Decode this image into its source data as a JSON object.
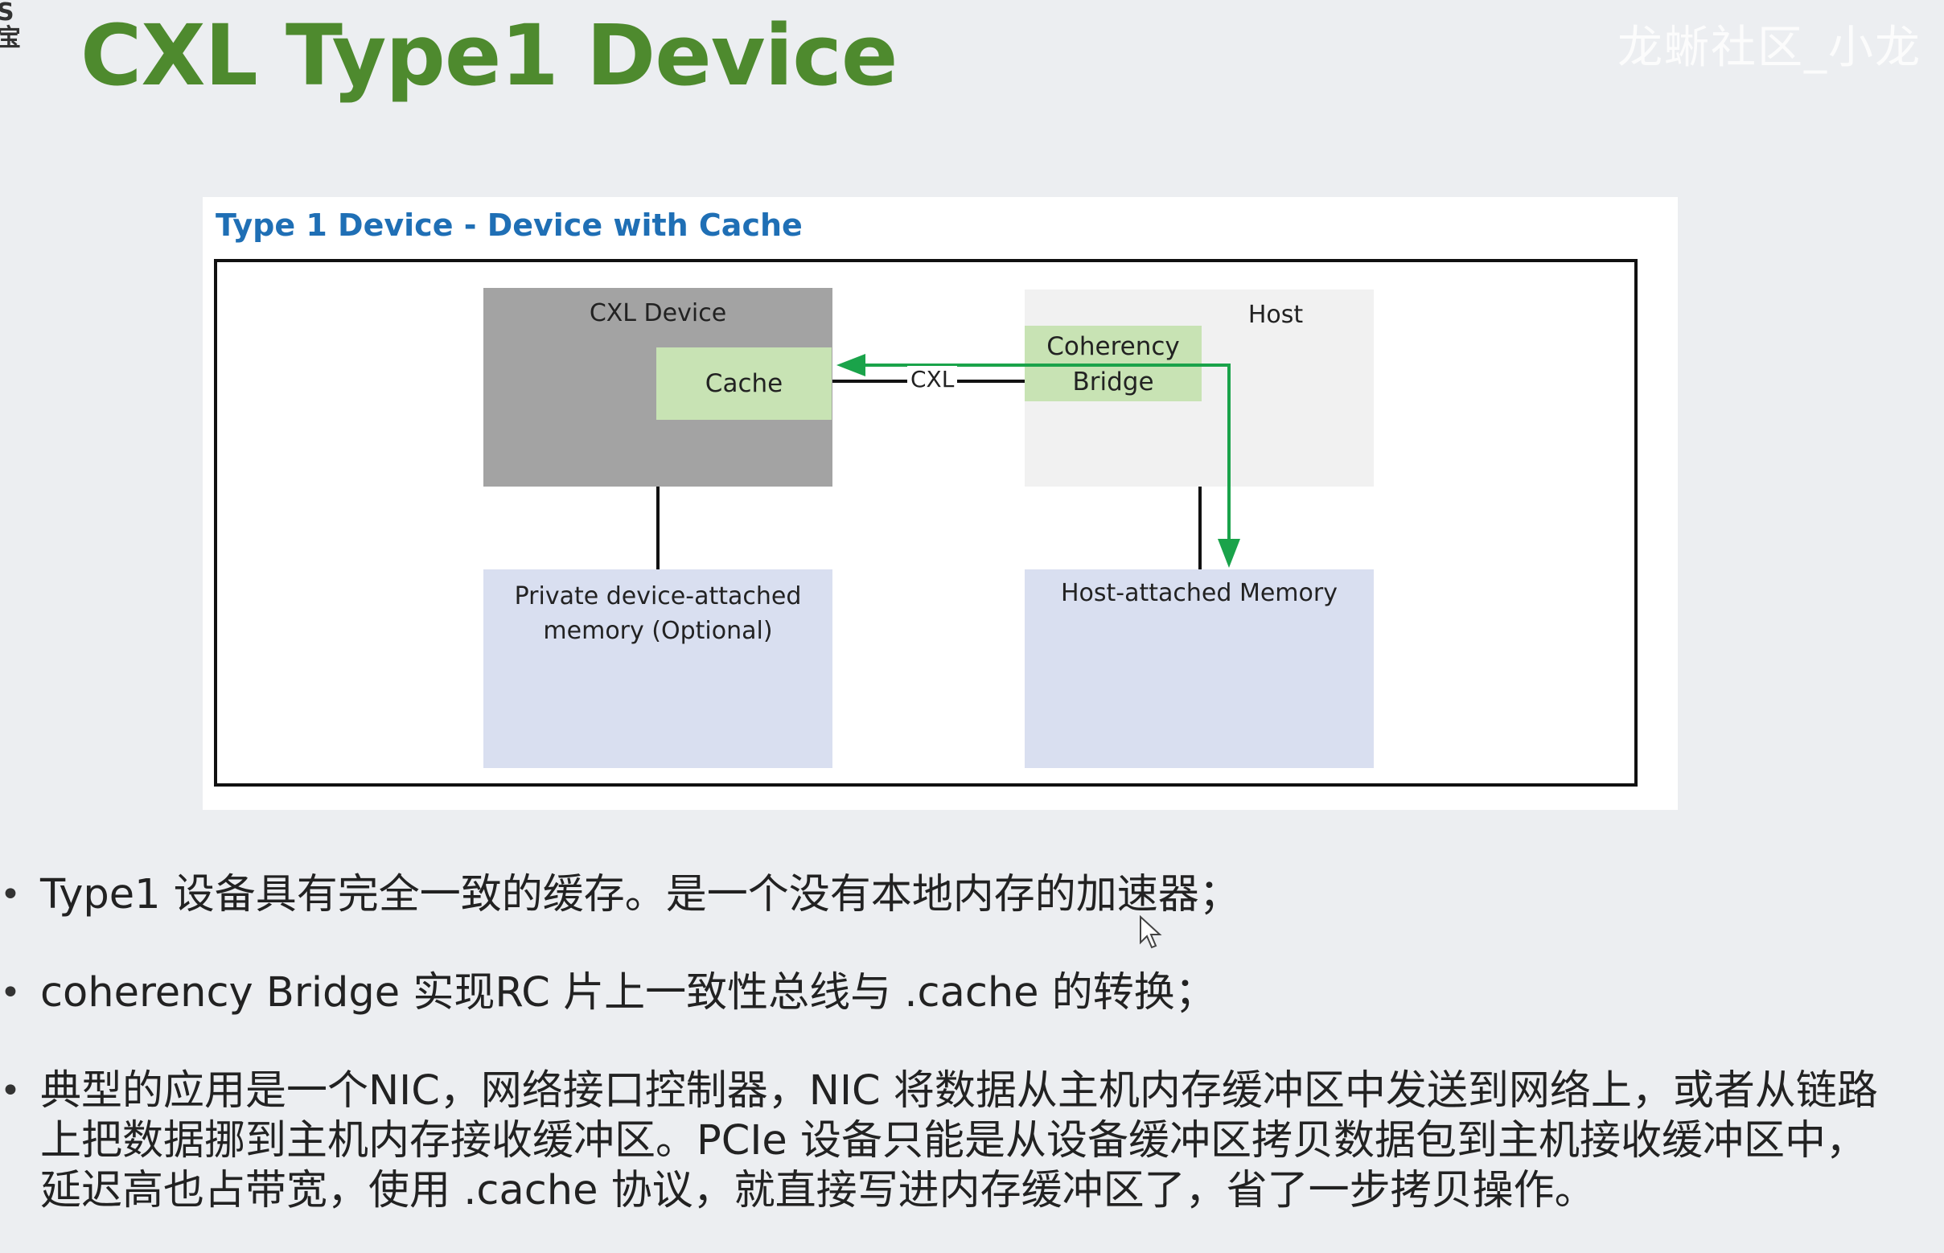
{
  "edge_glyphs": [
    "S",
    "宝"
  ],
  "title": "CXL Type1 Device",
  "watermark": "龙蜥社区_小龙",
  "figure": {
    "caption": "Type 1 Device - Device with Cache",
    "cxl_device_label": "CXL Device",
    "cache_label": "Cache",
    "link_label": "CXL",
    "host_label": "Host",
    "bridge_line1": "Coherency",
    "bridge_line2": "Bridge",
    "private_mem_line1": "Private device-attached",
    "private_mem_line2": "memory (Optional)",
    "host_mem_label": "Host-attached Memory",
    "arrow_color": "#1aa34a"
  },
  "bullets": [
    {
      "text": "Type1 设备具有完全一致的缓存。是一个没有本地内存的加速器；"
    },
    {
      "text": "coherency Bridge 实现RC 片上一致性总线与 .cache 的转换；"
    },
    {
      "line1": "典型的应用是一个NIC，网络接口控制器，NIC 将数据从主机内存缓冲区中发送到网络上，或者从链路",
      "line2": "上把数据挪到主机内存接收缓冲区。PCIe 设备只能是从设备缓冲区拷贝数据包到主机接收缓冲区中，",
      "line3": "延迟高也占带宽，使用 .cache 协议，就直接写进内存缓冲区了，省了一步拷贝操作。"
    }
  ]
}
